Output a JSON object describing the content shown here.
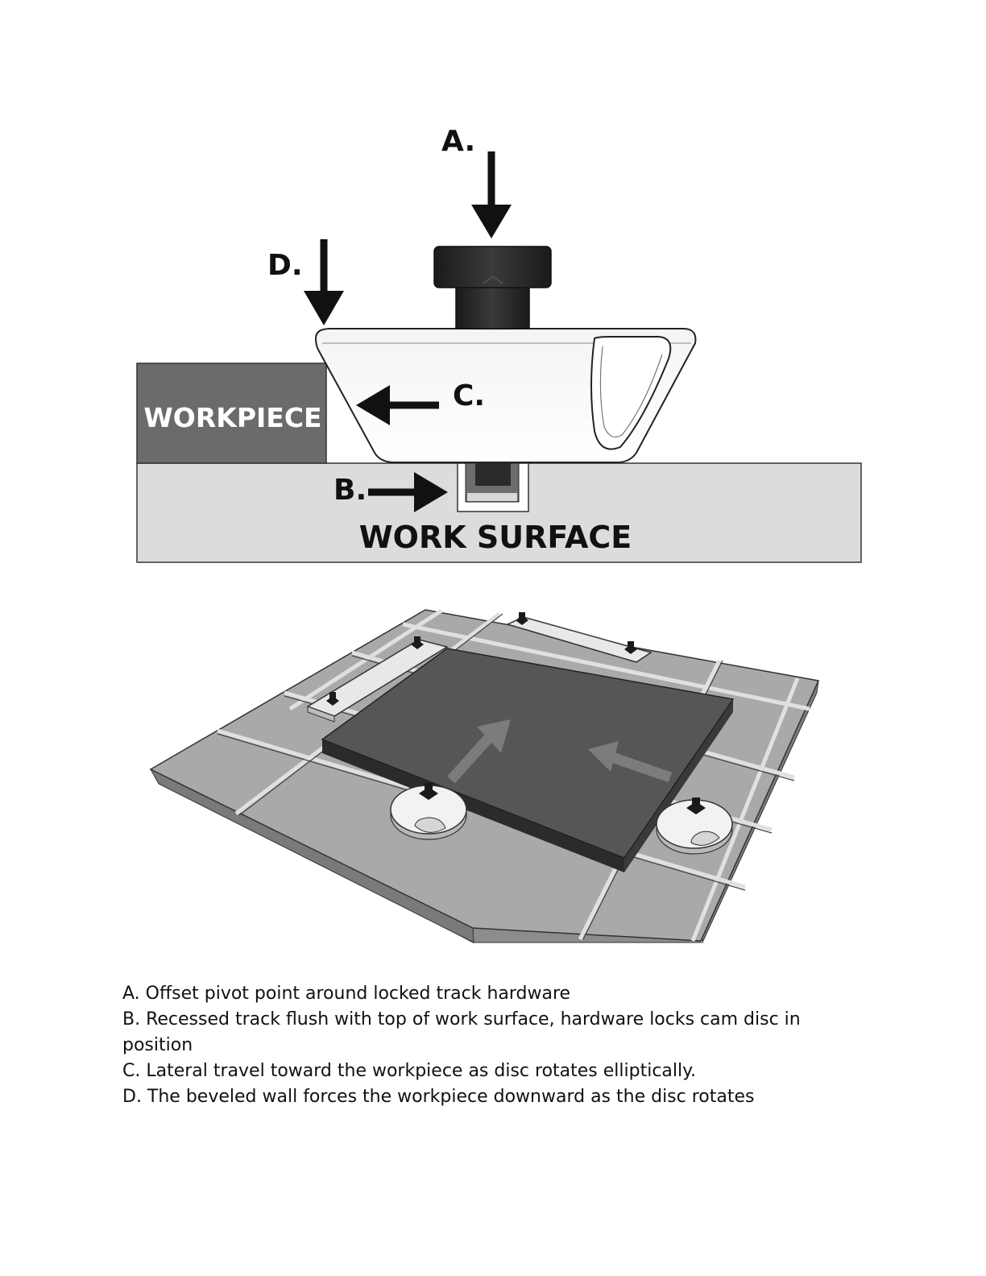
{
  "labels": {
    "a": "A.",
    "b": "B.",
    "c": "C.",
    "d": "D.",
    "workpiece": "WORKPIECE",
    "work_surface": "WORK SURFACE"
  },
  "legend": [
    "A. Offset pivot point around locked track hardware",
    "B. Recessed track flush with top of work surface, hardware locks cam disc in position",
    "C. Lateral travel toward the workpiece as disc rotates elliptically.",
    "D. The beveled wall forces the workpiece downward as the disc rotates"
  ]
}
